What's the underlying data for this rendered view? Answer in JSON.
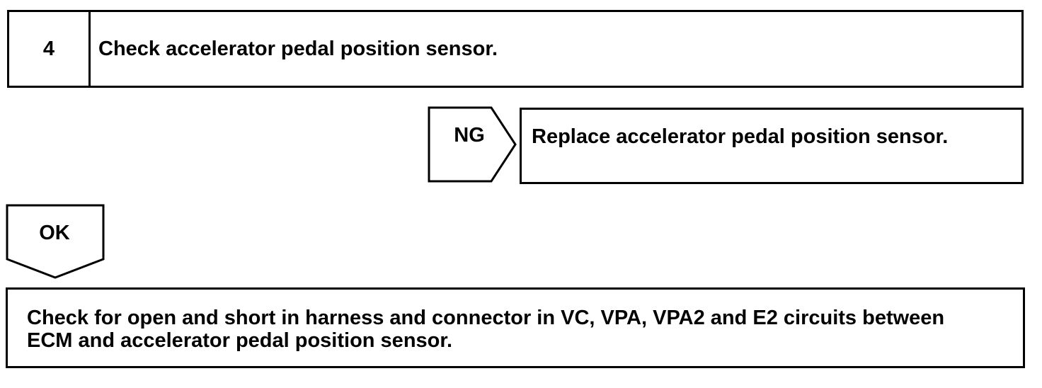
{
  "step": {
    "number": "4",
    "title": "Check accelerator pedal position sensor."
  },
  "ng_branch": {
    "label": "NG",
    "action": "Replace accelerator pedal position sensor."
  },
  "ok_branch": {
    "label": "OK"
  },
  "next_step": {
    "line1": "Check for open and short in harness and connector in VC, VPA, VPA2 and E2 circuits between",
    "line2": "ECM and accelerator pedal position sensor."
  }
}
